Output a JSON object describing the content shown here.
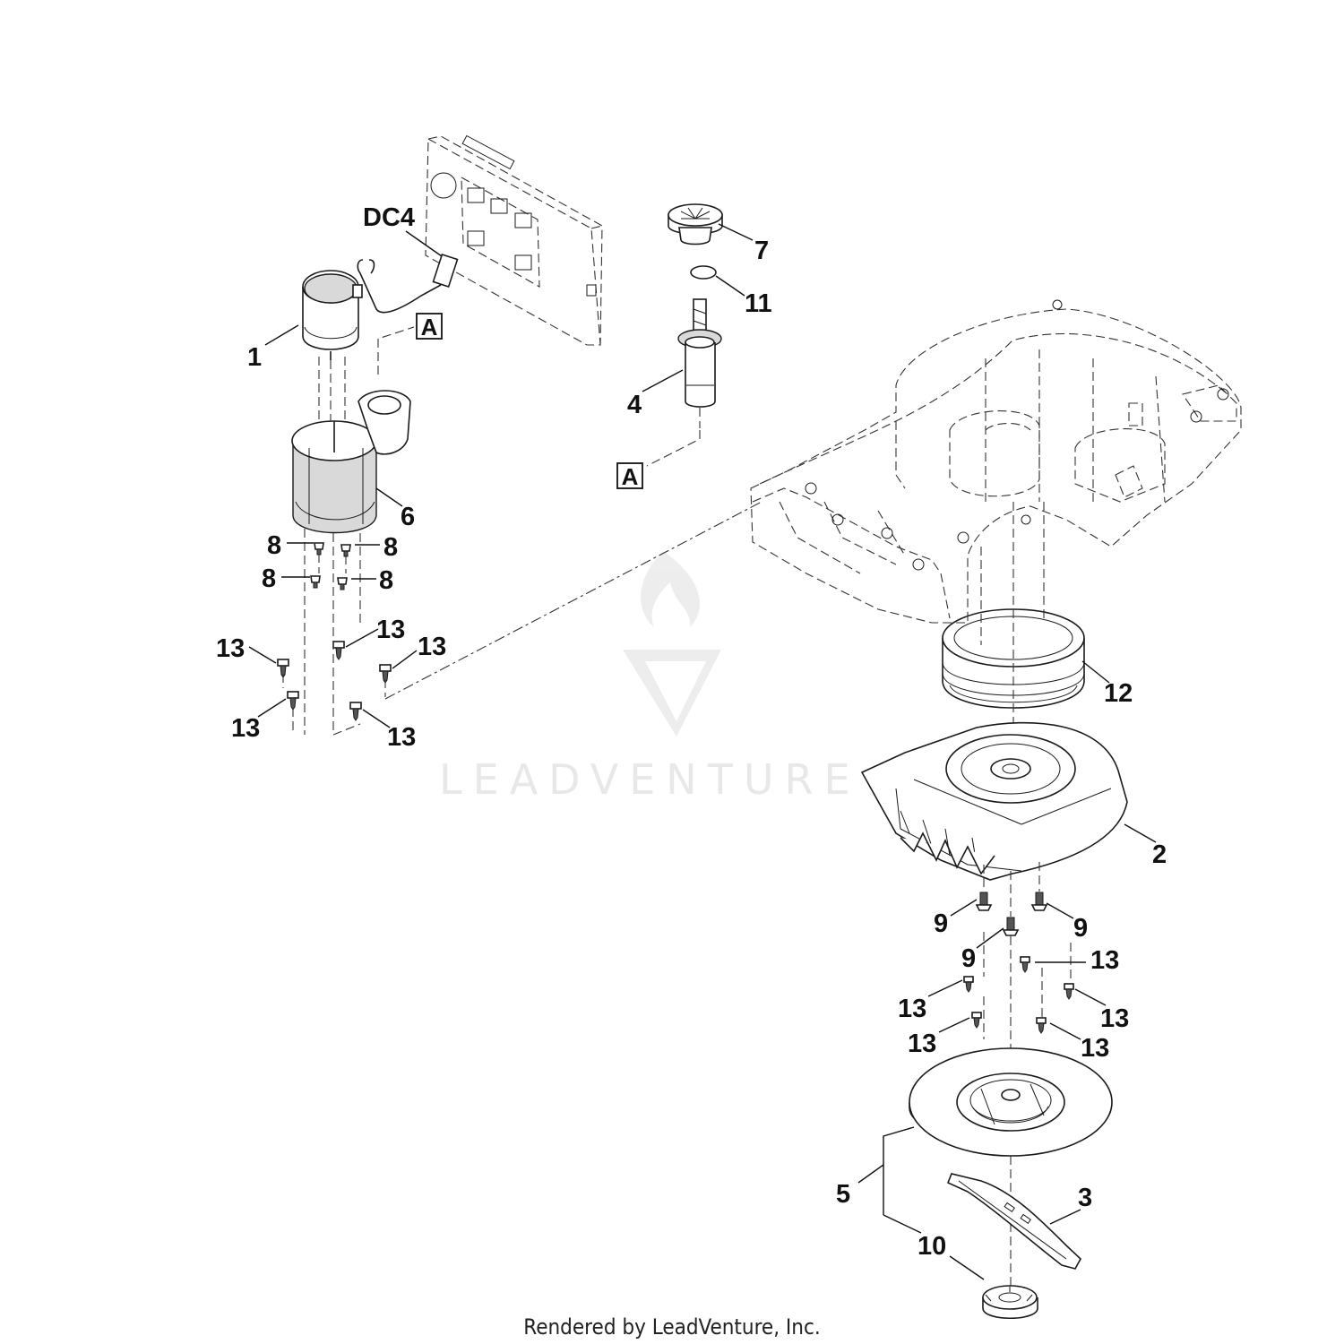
{
  "callouts": {
    "p1": "1",
    "p2": "2",
    "p3": "3",
    "p4": "4",
    "p5": "5",
    "p6": "6",
    "p7": "7",
    "p8": "8",
    "p9": "9",
    "p10": "10",
    "p11": "11",
    "p12": "12",
    "p13": "13",
    "dc4": "DC4",
    "ref_a": "A"
  },
  "watermark": {
    "text": "LEADVENTURE"
  },
  "footer": {
    "credit": "Rendered by LeadVenture, Inc."
  }
}
